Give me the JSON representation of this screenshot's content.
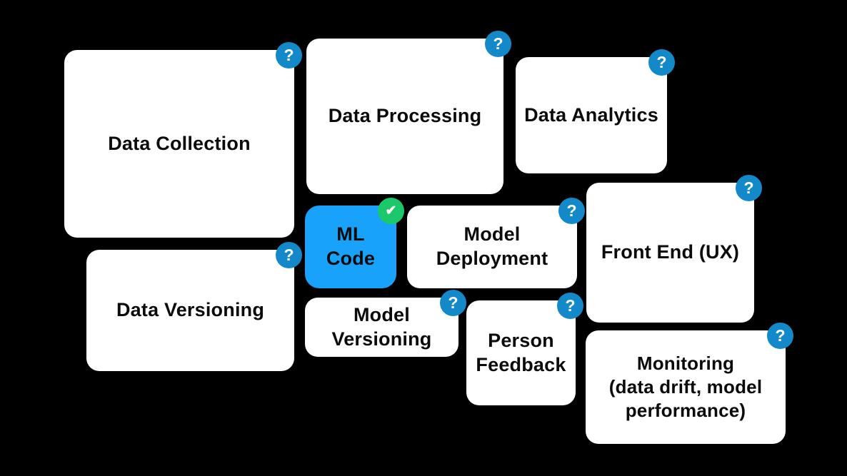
{
  "board": {
    "description": "MLOps components board",
    "colors": {
      "page_bg": "#000000",
      "card_bg": "#ffffff",
      "card_blue": "#18a2fa",
      "badge_blue": "#1389ca",
      "check_green": "#1cc96a",
      "text_color": "#0b0b0b"
    }
  },
  "icons": {
    "question": "?",
    "check": "✔"
  },
  "cards": {
    "data_collection": {
      "label": "Data Collection",
      "badge": "question"
    },
    "data_processing": {
      "label": "Data Processing",
      "badge": "question"
    },
    "data_analytics": {
      "label": "Data Analytics",
      "badge": "question"
    },
    "ml_code": {
      "label": "ML Code",
      "badge": "check",
      "highlighted": true
    },
    "model_deployment": {
      "label": "Model\nDeployment",
      "badge": "question"
    },
    "front_end": {
      "label": "Front End (UX)",
      "badge": "question"
    },
    "data_versioning": {
      "label": "Data Versioning",
      "badge": "question"
    },
    "model_versioning": {
      "label": "Model\nVersioning",
      "badge": "question"
    },
    "person_feedback": {
      "label": "Person\nFeedback",
      "badge": "question"
    },
    "monitoring": {
      "label": "Monitoring\n(data drift, model\nperformance)",
      "badge": "question"
    }
  }
}
